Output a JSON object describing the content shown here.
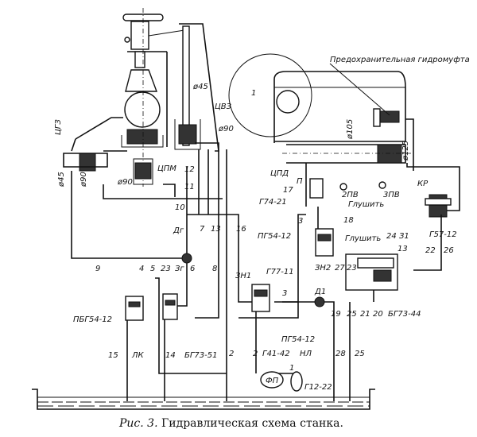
{
  "caption": {
    "prefix": "Рис. 3.",
    "text": "Гидравлическая схема станка."
  },
  "labels": {
    "cgz": "ЦГЗ",
    "d45_left": "ø45",
    "d90_left": "ø90",
    "d45_top": "ø45",
    "cvz": "ЦВЗ",
    "d90_right": "ø90",
    "cpm": "ЦПМ",
    "d90_mid": "ø90",
    "n12": "12",
    "n11": "11",
    "n10": "10",
    "coupling": "Предохранительная гидромуфта",
    "n1_top": "1",
    "d105": "ø105",
    "d125": "ø125",
    "cpd": "ЦПД",
    "p": "П",
    "n17": "17",
    "g74_21": "Г74-21",
    "pv2": "2ПВ",
    "pv3": "3ПВ",
    "kr": "КР",
    "mute1": "Глушить",
    "g57_12": "Г57-12",
    "n3_a": "3",
    "n18": "18",
    "pg54_12_a": "ПГ54-12",
    "mute2": "Глушить",
    "n24": "24",
    "z1": "З1",
    "n13_r": "13",
    "n22": "22",
    "n26": "26",
    "zn2": "ЗН2",
    "n27": "27",
    "n23_r": "23",
    "g77_11": "Г77-11",
    "d1": "Д1",
    "n3_b": "3",
    "n19": "19",
    "n25_a": "25",
    "n21": "21",
    "n20": "20",
    "bg73_44": "БГ73-44",
    "pg54_12_b": "ПГ54-12",
    "g41_42": "Г41-42",
    "nl": "НЛ",
    "n1_b": "1",
    "fp": "ФП",
    "g12_22": "Г12-22",
    "n28": "28",
    "n25_b": "25",
    "n2_a": "2",
    "n2_b": "2",
    "dg": "Дг",
    "n7": "7",
    "n13_l": "13",
    "n16": "16",
    "n9": "9",
    "n4": "4",
    "n5": "5",
    "n23_l": "23",
    "zg": "Зг",
    "n6": "6",
    "n8": "8",
    "zn1": "ЗН1",
    "pbg54_12": "ПБГ54-12",
    "lk": "ЛК",
    "n15": "15",
    "n14": "14",
    "bg73_51": "БГ73-51"
  }
}
